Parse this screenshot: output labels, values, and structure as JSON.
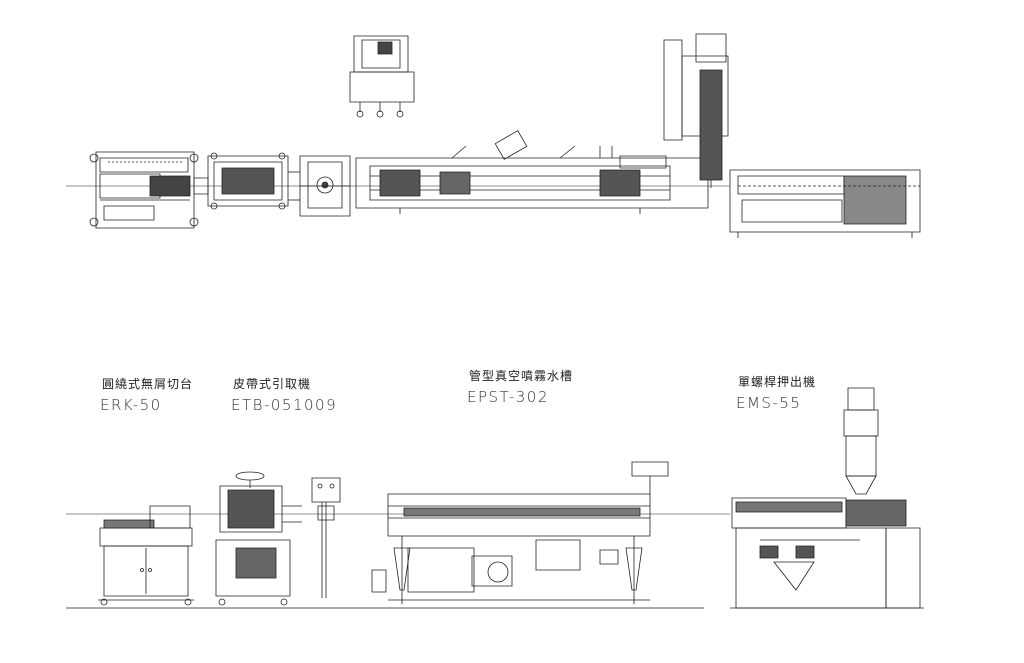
{
  "machines": [
    {
      "name_cn": "圓繞式無屑切台",
      "model": "ERK-50"
    },
    {
      "name_cn": "皮帶式引取機",
      "model": "ETB-051009"
    },
    {
      "name_cn": "管型真空噴霧水槽",
      "model": "EPST-302"
    },
    {
      "name_cn": "單螺桿押出機",
      "model": "EMS-55"
    }
  ],
  "colors": {
    "line": "#222222",
    "fill_dark": "#444444",
    "background": "#ffffff"
  }
}
